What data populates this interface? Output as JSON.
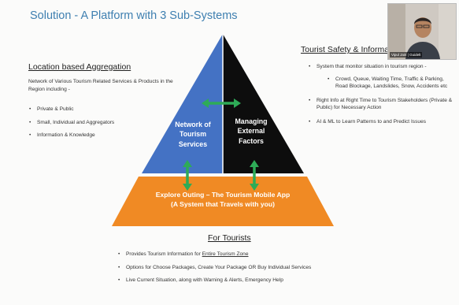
{
  "slide": {
    "title": "Solution - A Platform with 3 Sub-Systems"
  },
  "left_panel": {
    "heading": "Location based Aggregation",
    "intro": "Network of Various Tourism Related Services & Products in the Region including -",
    "items": [
      "Private & Public",
      "Small, Individual and Aggregators",
      "Information & Knowledge"
    ]
  },
  "right_panel": {
    "heading": "Tourist Safety & Informat",
    "items": [
      "System that monitor situation in tourism region -",
      "Right Info at Right Time to Tourism Stakeholders (Private & Public) for Necessary Action",
      "AI & ML to Learn Patterns to and Predict Issues"
    ],
    "subitems": [
      "Crowd, Queue, Waiting Time, Traffic & Parking, Road Blockage, Landslides, Snow, Accidents etc"
    ]
  },
  "diagram": {
    "left_label_lines": [
      "Network of",
      "Tourism",
      "Services"
    ],
    "right_label_lines": [
      "Managing",
      "External",
      "Factors"
    ],
    "base_label_lines": [
      "Explore Outing – The Tourism Mobile App",
      "(A System that Travels with you)"
    ],
    "colors": {
      "blue": "#4472c4",
      "black": "#0d0d0d",
      "orange": "#f08a24",
      "arrow": "#2eab57"
    }
  },
  "bottom_panel": {
    "heading": "For Tourists",
    "item1_prefix": "Provides Tourism Information for ",
    "item1_link": "Entire Tourism Zone",
    "items": [
      "Options for Choose Packages, Create Your Package OR Buy Individual Services",
      "Live Current Situation, along with Warning & Alerts, Emergency Help"
    ]
  },
  "webcam": {
    "name": "Vipul Jain | Guidelt"
  }
}
